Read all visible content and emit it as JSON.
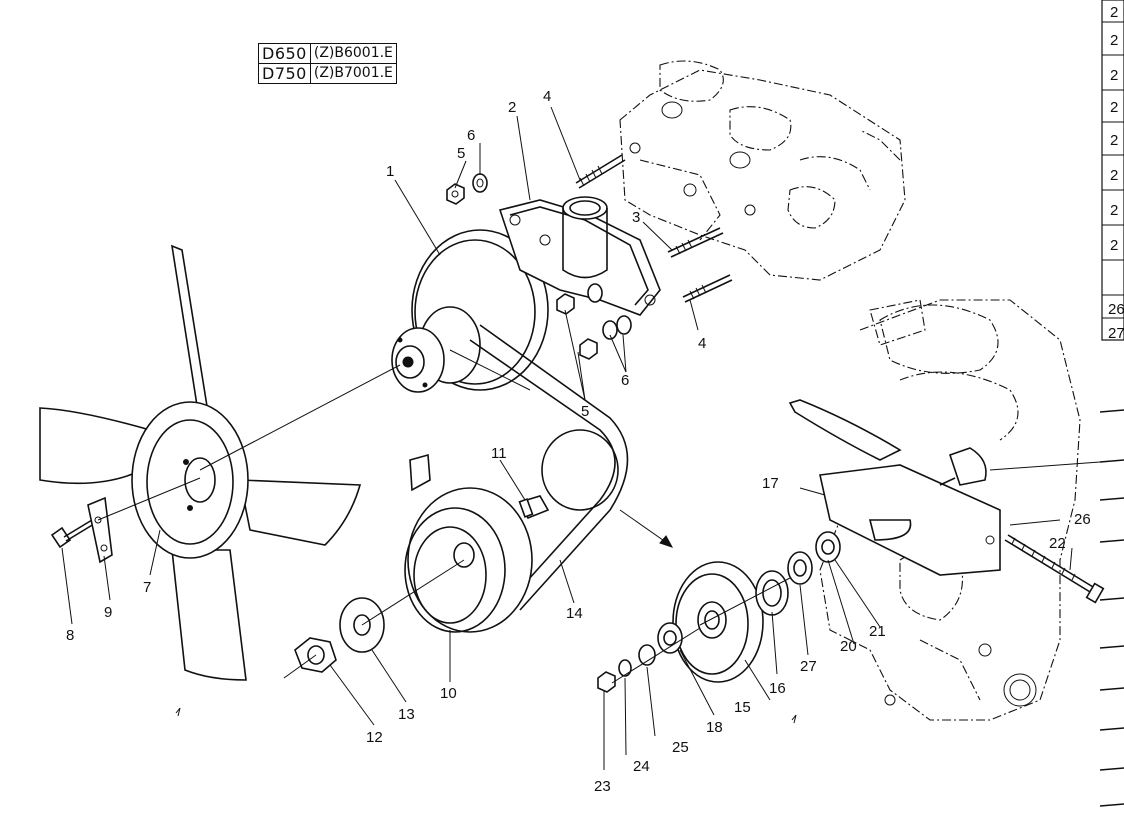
{
  "model_table": [
    {
      "model": "D650",
      "code": "(Z)B6001.E"
    },
    {
      "model": "D750",
      "code": "(Z)B7001.E"
    }
  ],
  "callouts": [
    "1",
    "2",
    "3",
    "4",
    "4",
    "5",
    "5",
    "6",
    "6",
    "7",
    "8",
    "9",
    "10",
    "11",
    "12",
    "13",
    "14",
    "15",
    "16",
    "17",
    "18",
    "20",
    "21",
    "22",
    "23",
    "24",
    "25",
    "26",
    "27"
  ],
  "edge_labels": [
    "2",
    "2",
    "2",
    "2",
    "2",
    "2",
    "2",
    "2",
    "26",
    "27"
  ]
}
